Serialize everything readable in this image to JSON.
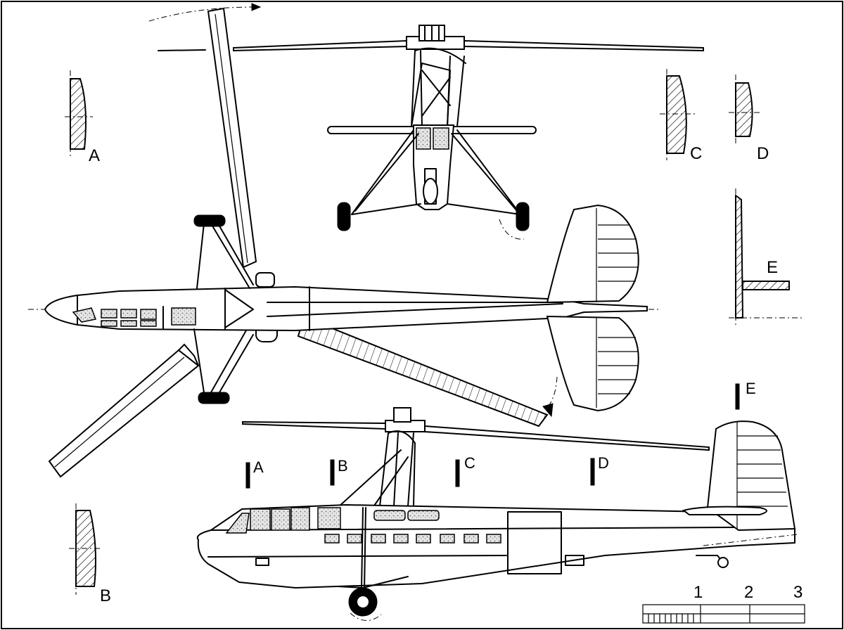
{
  "section_labels": {
    "a": "A",
    "b": "B",
    "c": "C",
    "d": "D",
    "e": "E"
  },
  "station_markers": {
    "a": "A",
    "b": "B",
    "c": "C",
    "d": "D",
    "e": "E"
  },
  "scale_bar": {
    "labels": [
      "1",
      "2",
      "3"
    ]
  }
}
